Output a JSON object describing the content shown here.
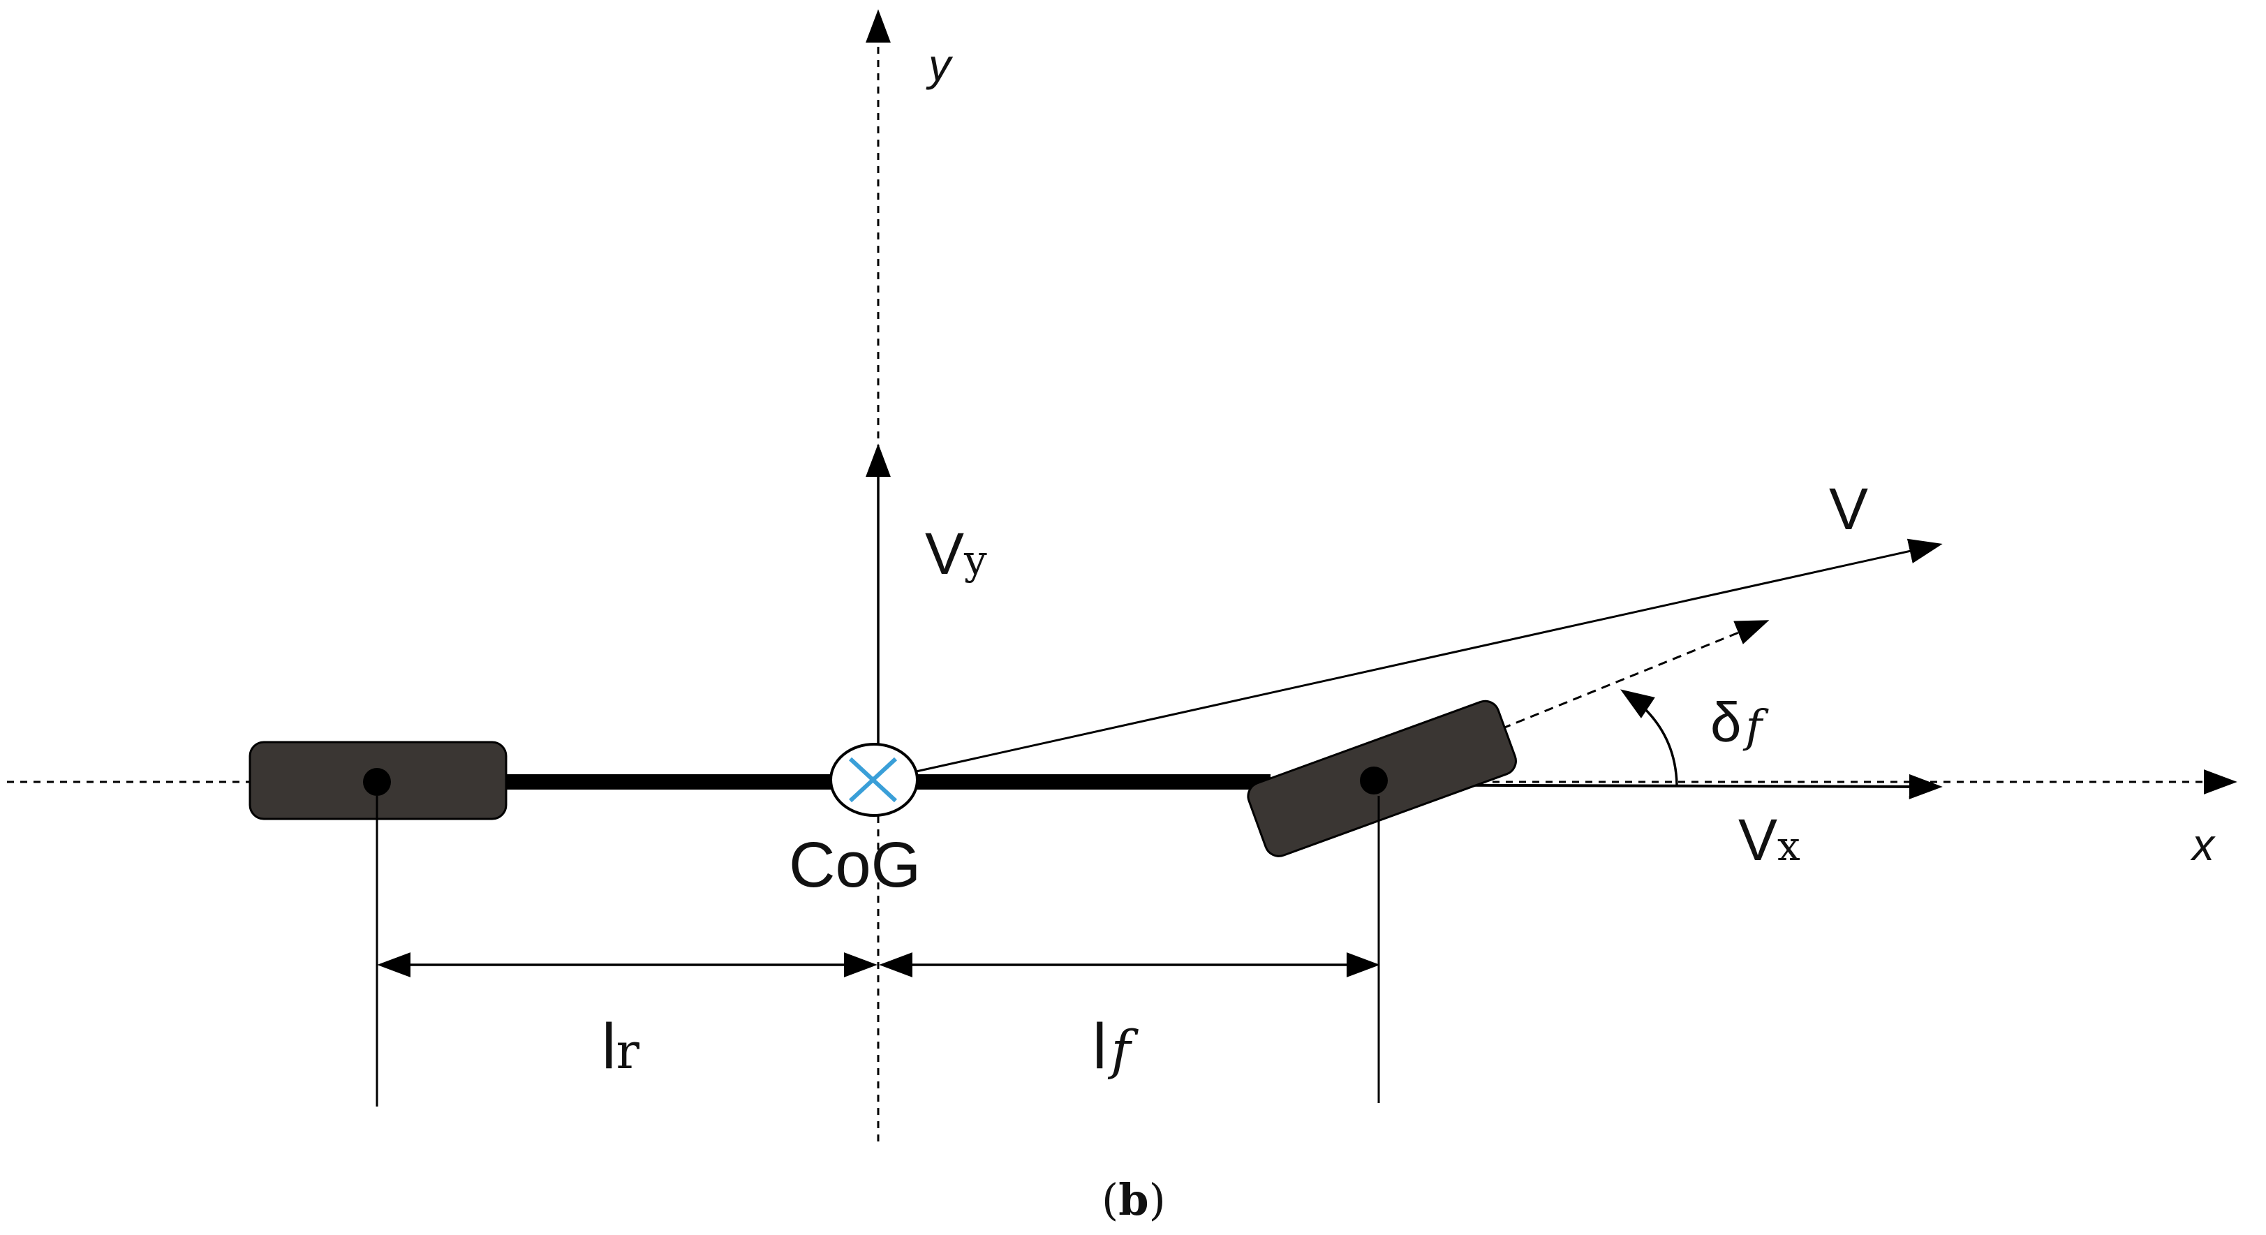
{
  "axes": {
    "x_label": "x",
    "y_label": "y"
  },
  "vectors": {
    "v_label": "V",
    "vx_label": "V",
    "vx_sub": "x",
    "vy_label": "V",
    "vy_sub": "y"
  },
  "angle": {
    "delta_label": "δ",
    "delta_sub": "f"
  },
  "cog": {
    "label": "CoG"
  },
  "distances": {
    "lr_label": "l",
    "lr_sub": "r",
    "lf_label": "l",
    "lf_sub": "f"
  },
  "caption": {
    "open": "(",
    "letter": "b",
    "close": ")"
  },
  "colors": {
    "line": "#000000",
    "wheel": "#3a3633",
    "cog_cross": "#3a9fd8"
  }
}
